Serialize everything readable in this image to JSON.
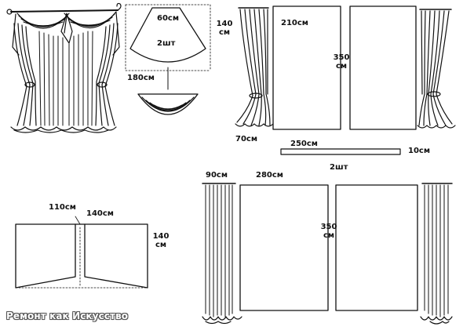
{
  "diagram": {
    "swag_panel": {
      "top_width": "60см",
      "bottom_width": "180см",
      "height_value": "140",
      "height_unit": "см",
      "quantity": "2шт"
    },
    "upper_curtains": {
      "tieback_width": "70см",
      "panel_width": "210см",
      "panel_height_value": "350",
      "panel_height_unit": "см",
      "strip_length": "250см",
      "strip_width": "10см",
      "strip_quantity": "2шт"
    },
    "valance_panels": {
      "side_width": "110см",
      "panel_width": "140см",
      "height_value": "140",
      "height_unit": "см"
    },
    "lower_curtains": {
      "side_width": "90см",
      "panel_width": "280см",
      "panel_height_value": "350",
      "panel_height_unit": "см"
    },
    "watermark": "Ремонт как Искусство"
  },
  "colors": {
    "line": "#111111",
    "background": "#ffffff"
  }
}
